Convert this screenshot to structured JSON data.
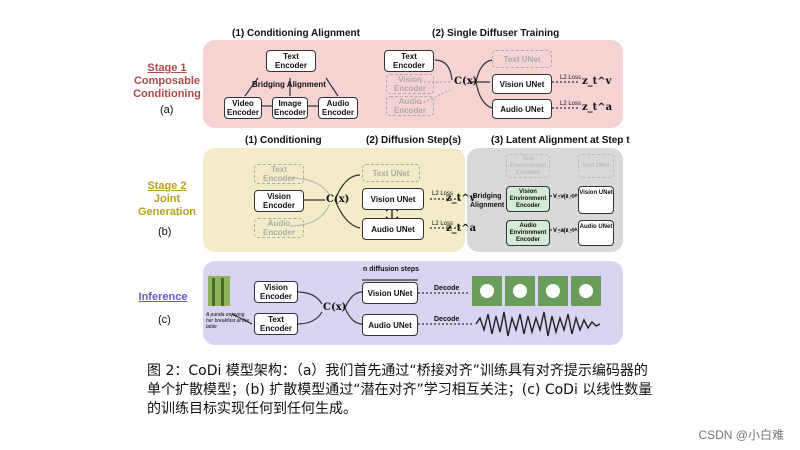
{
  "stage1": {
    "title_line1": "Stage 1",
    "title_line2": "Composable",
    "title_line3": "Conditioning",
    "tag": "(a)",
    "section1": "(1) Conditioning Alignment",
    "section2": "(2) Single Diffuser Training",
    "bridging": "Bridging Alignment",
    "text_encoder": "Text Encoder",
    "video_encoder": "Video Encoder",
    "image_encoder": "Image Encoder",
    "audio_encoder": "Audio Encoder",
    "vision_encoder_dim": "Vision Encoder",
    "text_unet": "Text UNet",
    "vision_unet": "Vision UNet",
    "audio_unet": "Audio UNet",
    "cx": "C(x)",
    "loss": "L2 Loss",
    "zv": "z_t^v",
    "za": "z_t^a"
  },
  "stage2": {
    "title_line1": "Stage 2",
    "title_line2": "Joint",
    "title_line3": "Generation",
    "tag": "(b)",
    "section1": "(1) Conditioning",
    "section2": "(2) Diffusion Step(s)",
    "section3": "(3) Latent Alignment at Step t",
    "text_encoder": "Text Encoder",
    "vision_encoder": "Vision Encoder",
    "audio_encoder": "Audio Encoder",
    "text_unet": "Text UNet",
    "vision_unet": "Vision UNet",
    "audio_unet": "Audio UNet",
    "cx": "C(x)",
    "loss": "L2 Loss",
    "zv": "z_t^v",
    "za": "z_t^a",
    "bridging": "Bridging Alignment",
    "text_env": "Text Environment Encoder",
    "vision_env": "Vision Environment Encoder",
    "audio_env": "Audio Environment Encoder",
    "vv": "V_v(z_t^v)",
    "va": "V_a(z_t^a)",
    "text_unet_small": "Text UNet",
    "vision_unet_small": "Vision UNet",
    "audio_unet_small": "Audio UNet"
  },
  "inference": {
    "title": "Inference",
    "tag": "(c)",
    "vision_encoder": "Vision Encoder",
    "text_encoder": "Text Encoder",
    "cx": "C(x)",
    "steps": "n diffusion steps",
    "vision_unet": "Vision UNet",
    "audio_unet": "Audio UNet",
    "decode1": "Decode",
    "decode2": "Decode",
    "prompt": "A panda enjoying her breakfast at the table"
  },
  "caption": "图 2：CoDi 模型架构：（a）我们首先通过“桥接对齐”训练具有对齐提示编码器的单个扩散模型；(b) 扩散模型通过“潜在对齐”学习相互关注；(c) CoDi 以线性数量的训练目标实现任何到任何生成。",
  "footer": "CSDN @小白难",
  "colors": {
    "stage1": "#b04a4a",
    "stage2": "#b8a020",
    "inference": "#6a5acd"
  }
}
